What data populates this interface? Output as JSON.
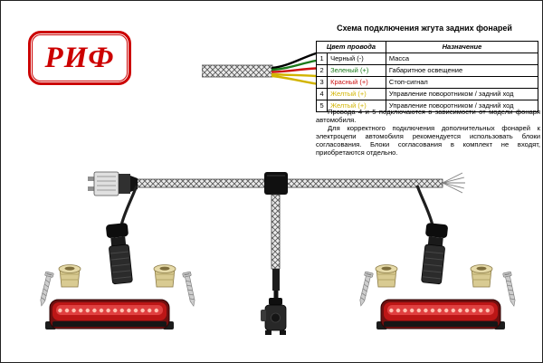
{
  "page": {
    "background": "#ffffff",
    "border_color": "#000000"
  },
  "logo": {
    "text": "РИФ",
    "color": "#cc0000"
  },
  "header": {
    "title": "Схема подключения жгута задних фонарей"
  },
  "wire_table": {
    "header": {
      "wire_col": "Цвет провода",
      "purpose_col": "Назначение"
    },
    "rows": [
      {
        "num": "1",
        "wire": "Черный (-)",
        "wire_color": "#000000",
        "purpose": "Масса"
      },
      {
        "num": "2",
        "wire": "Зеленый (+)",
        "wire_color": "#1a7a1a",
        "purpose": "Габаритное освещение"
      },
      {
        "num": "3",
        "wire": "Красный (+)",
        "wire_color": "#cc1111",
        "purpose": "Стоп-сигнал"
      },
      {
        "num": "4",
        "wire": "Желтый (+)",
        "wire_color": "#d2b400",
        "purpose": "Управление поворотником / задний ход"
      },
      {
        "num": "5",
        "wire": "Желтый (+)",
        "wire_color": "#d2b400",
        "purpose": "Управление поворотником / задний ход"
      }
    ]
  },
  "notes": {
    "para1": "Провода 4 и 5 подключаются в зависимости от модели фонаря автомобиля.",
    "para2": "Для корректного подключения дополнительных фонарей к электроцепи автомобиля рекомендуется использовать блоки согласования. Блоки согласования в комплект не входят, приобретаются отдельно."
  },
  "diagram": {
    "wire_fan_colors": [
      "#000000",
      "#1a7a1a",
      "#cc1111",
      "#d2b400",
      "#d2b400"
    ],
    "lightbar_color": "#bc1616",
    "grommet_color": "#d9cb92"
  }
}
